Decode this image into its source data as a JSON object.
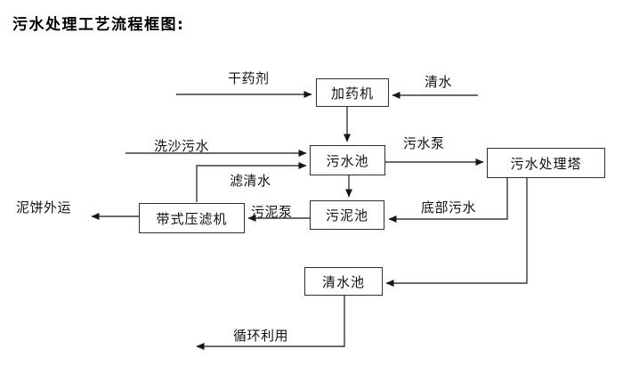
{
  "title": "污水处理工艺流程框图:",
  "diagram": {
    "nodes": {
      "dosing_machine": {
        "label": "加药机"
      },
      "sewage_pool": {
        "label": "污水池"
      },
      "treatment_tower": {
        "label": "污水处理塔"
      },
      "sludge_pool": {
        "label": "污泥池"
      },
      "belt_filter_press": {
        "label": "带式压滤机"
      },
      "clean_water_pool": {
        "label": "清水池"
      }
    },
    "edges": [
      {
        "from": "dry_agent_input",
        "to": "dosing_machine",
        "label": "干药剂"
      },
      {
        "from": "clean_water_input",
        "to": "dosing_machine",
        "label": "清水"
      },
      {
        "from": "dosing_machine",
        "to": "sewage_pool",
        "label": ""
      },
      {
        "from": "sand_wash_sewage",
        "to": "sewage_pool",
        "label": "洗沙污水"
      },
      {
        "from": "belt_filter_press",
        "to": "sewage_pool",
        "label": "滤清水"
      },
      {
        "from": "sewage_pool",
        "to": "treatment_tower",
        "label": "污水泵"
      },
      {
        "from": "sewage_pool",
        "to": "sludge_pool",
        "label": ""
      },
      {
        "from": "sludge_pool",
        "to": "belt_filter_press",
        "label": "污泥泵"
      },
      {
        "from": "belt_filter_press",
        "to": "mud_cake_outlet",
        "label": "泥饼外运"
      },
      {
        "from": "treatment_tower",
        "to": "sludge_pool",
        "label": "底部污水"
      },
      {
        "from": "treatment_tower",
        "to": "clean_water_pool",
        "label": ""
      },
      {
        "from": "clean_water_pool",
        "to": "recycle_outlet",
        "label": "循环利用"
      }
    ],
    "line_color": "#3a3a3a",
    "arrow_color": "#161616"
  }
}
